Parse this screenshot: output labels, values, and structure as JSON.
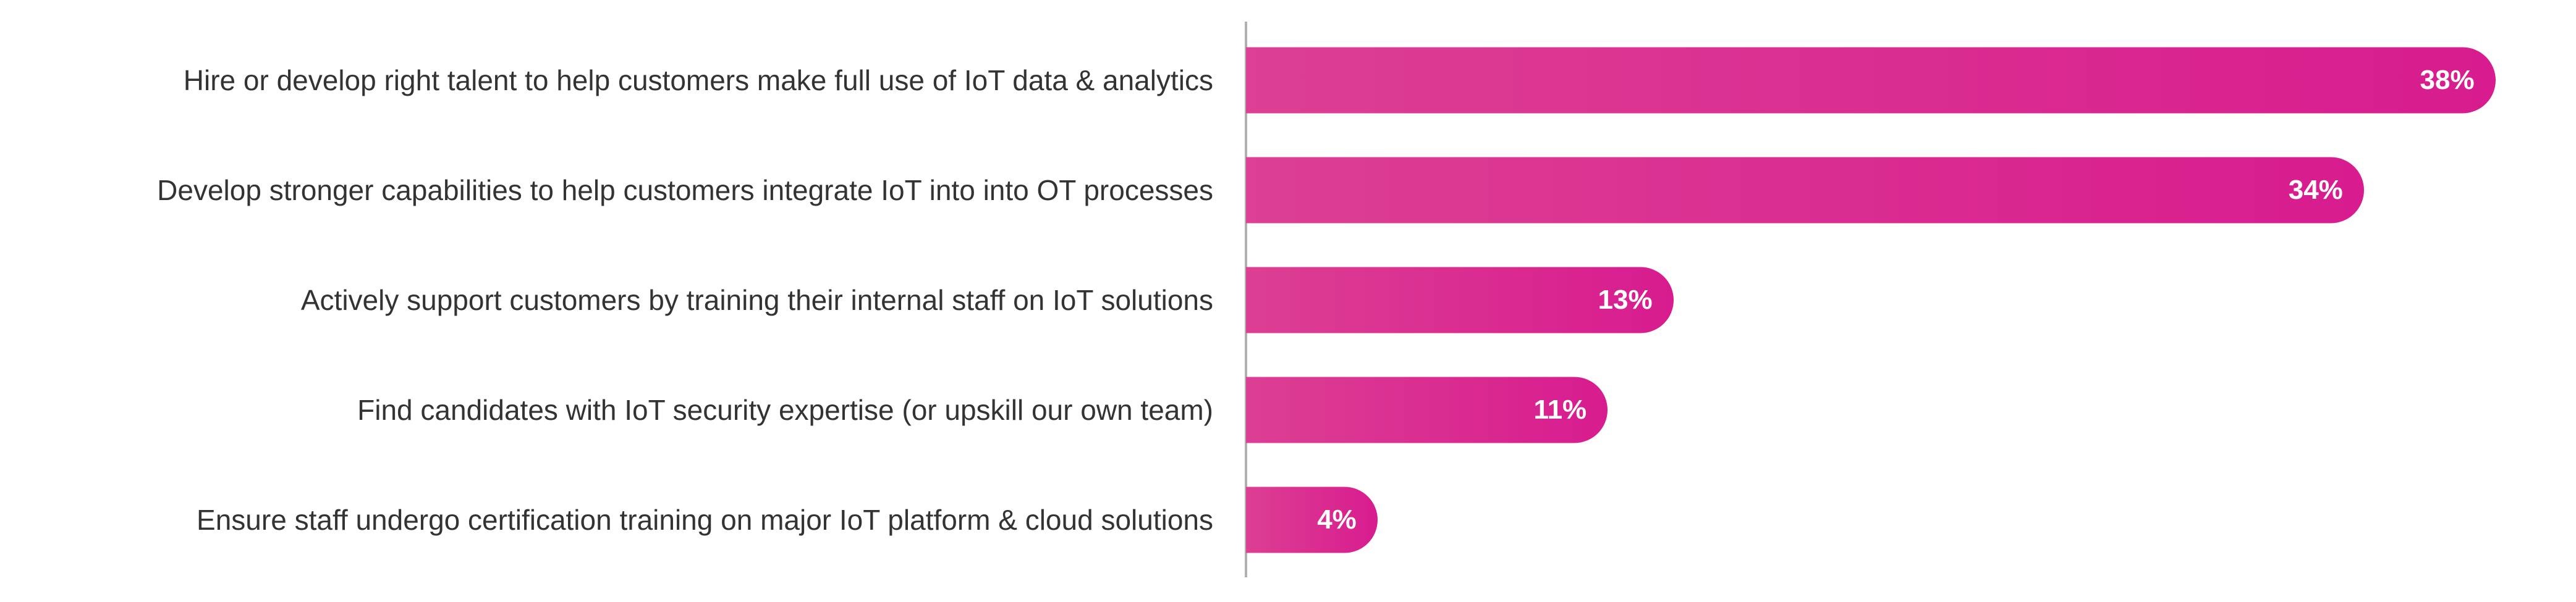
{
  "chart_data": {
    "type": "bar",
    "orientation": "horizontal",
    "categories": [
      "Hire or develop right talent to help customers make full use of IoT data & analytics",
      "Develop stronger capabilities to help customers integrate IoT into into OT processes",
      "Actively support customers by training their internal staff on IoT solutions",
      "Find candidates with IoT security expertise (or upskill our own team)",
      "Ensure staff undergo certification training on major IoT platform & cloud solutions"
    ],
    "values": [
      38,
      34,
      13,
      11,
      4
    ],
    "value_labels": [
      "38%",
      "34%",
      "13%",
      "11%",
      "4%"
    ],
    "xlim": [
      0,
      40
    ],
    "grid": false,
    "legend": "none"
  },
  "colors": {
    "bar_start": "#dc3f93",
    "bar_end": "#d81c8f",
    "axis": "#b0b0b0",
    "label_text": "#333333",
    "value_text": "#ffffff"
  }
}
